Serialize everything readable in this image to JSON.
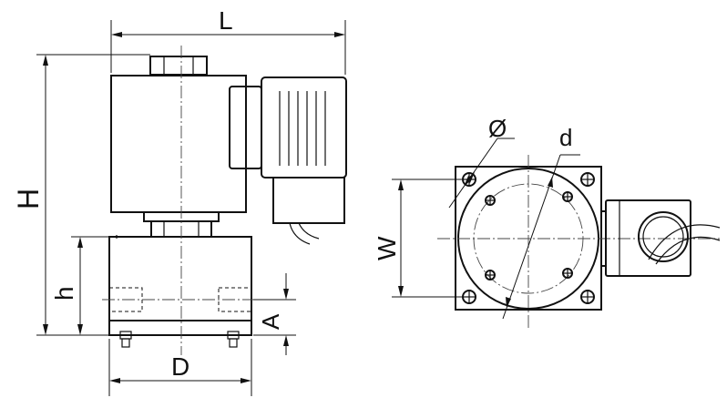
{
  "labels": {
    "L": "L",
    "H": "H",
    "h": "h",
    "A": "A",
    "D": "D",
    "W": "W",
    "phi": "Ø",
    "d": "d"
  }
}
